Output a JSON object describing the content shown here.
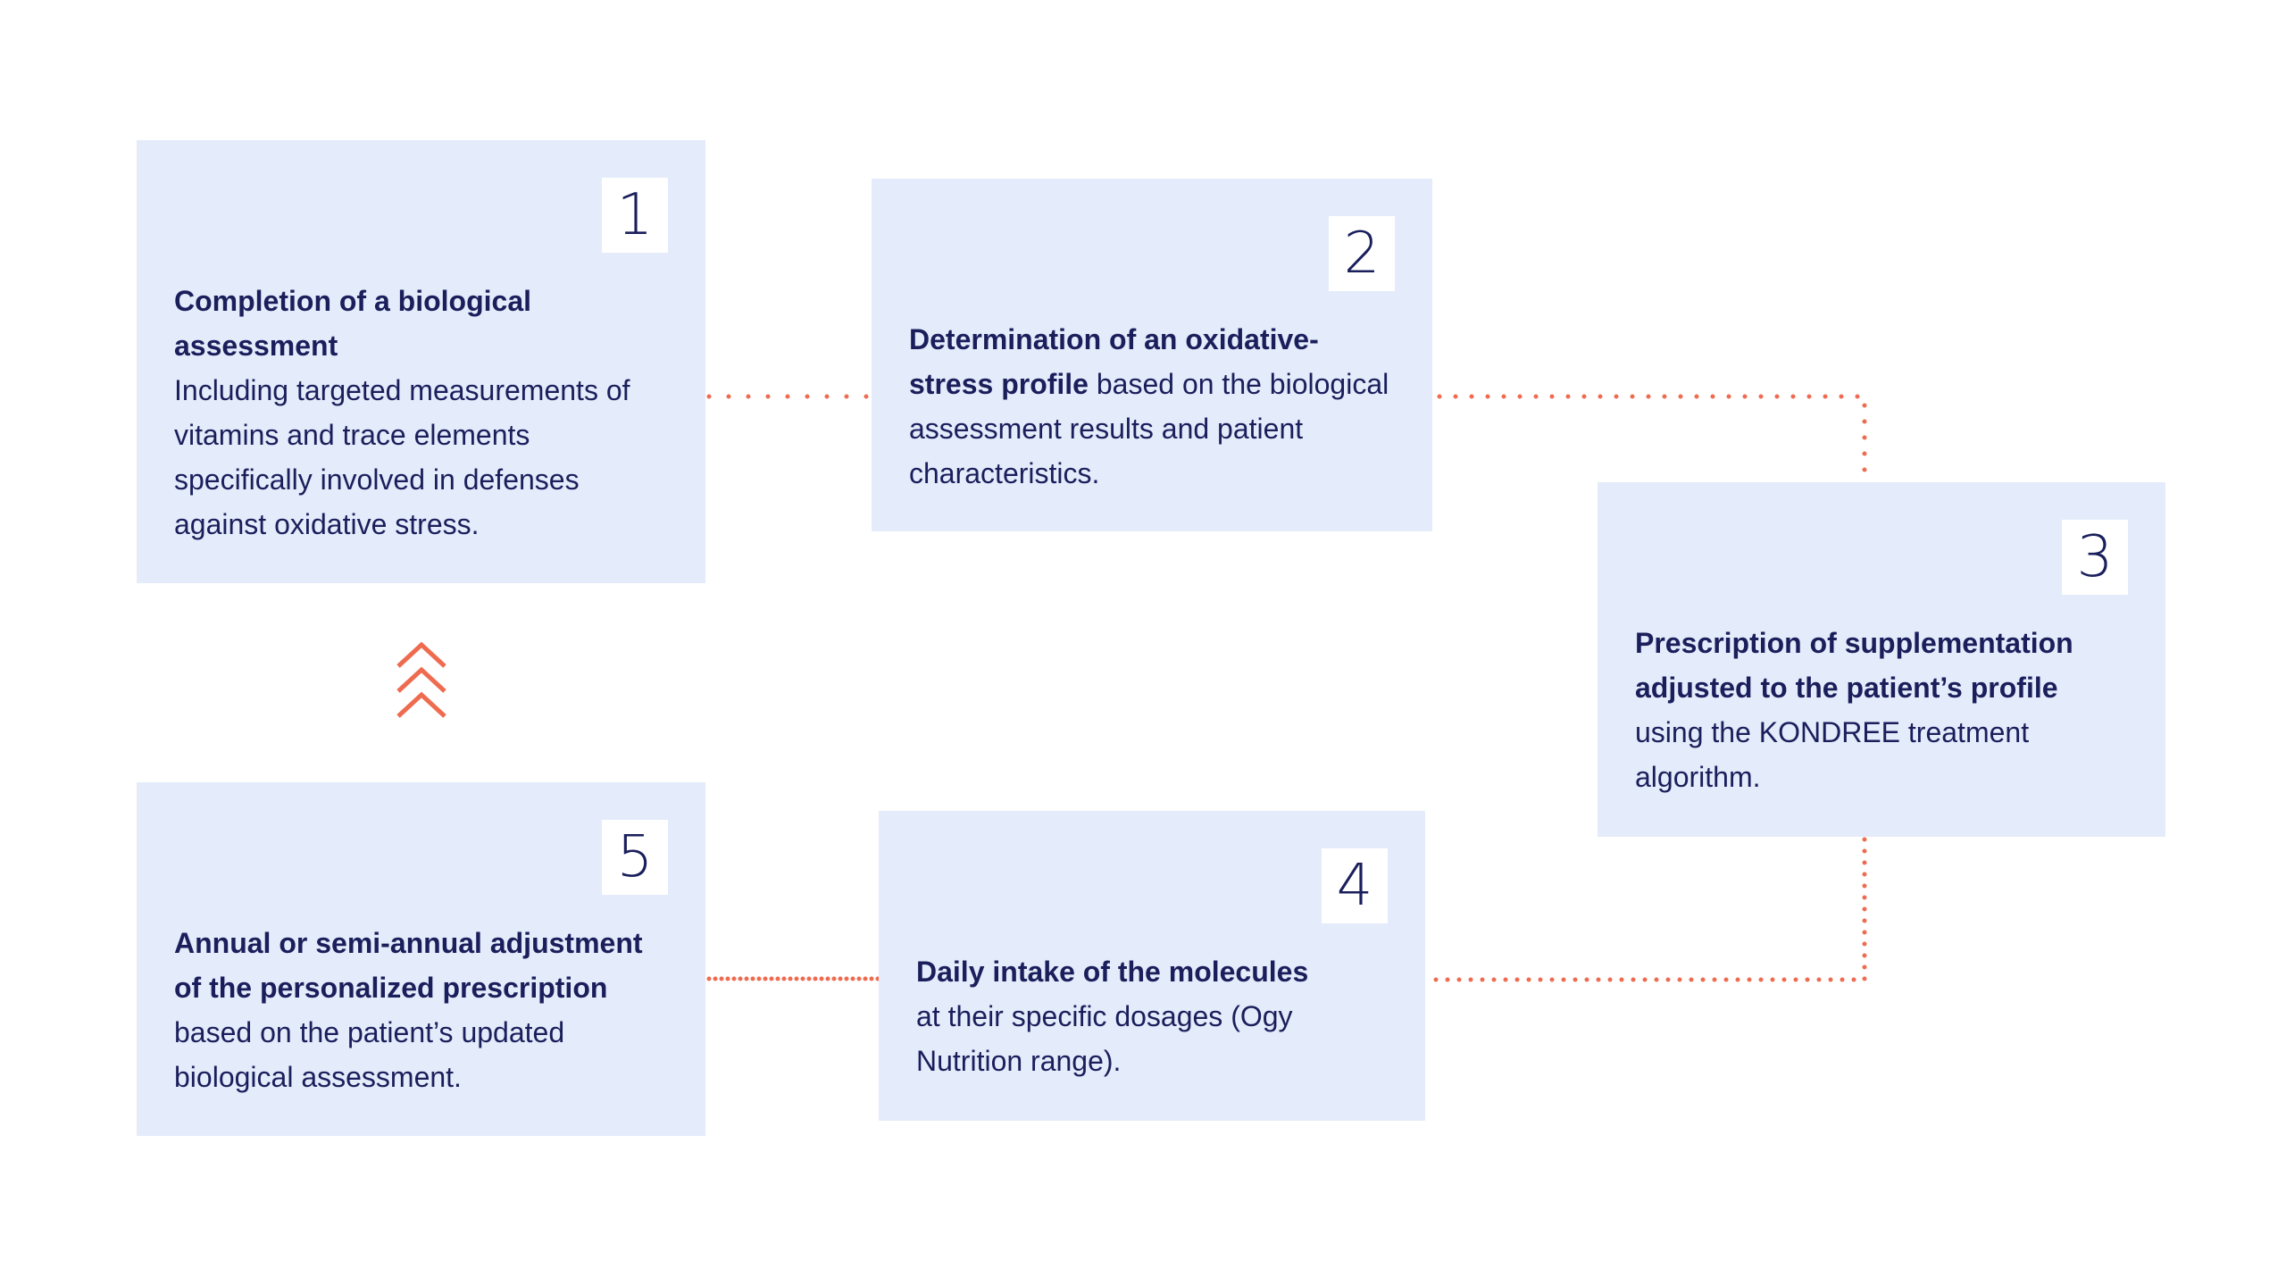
{
  "steps": [
    {
      "number": "1",
      "title": "Completion of a biological assessment",
      "body": "Including targeted measurements of vitamins and trace elements specifically involved in defenses against oxidative stress.",
      "title_inline": false
    },
    {
      "number": "2",
      "title": "Determination of an oxidative-stress profile",
      "body": "based on the biological assessment results and patient characteristics.",
      "title_inline": true
    },
    {
      "number": "3",
      "title": "Prescription of supplementation adjusted to the patient’s profile",
      "body": "using the KONDREE treatment algorithm.",
      "title_inline": false
    },
    {
      "number": "4",
      "title": "Daily intake of the molecules",
      "body": "at their specific dosages (Ogy Nutrition range).",
      "title_inline": false
    },
    {
      "number": "5",
      "title": "Annual or semi-annual adjustment of the personalized prescription",
      "body": "based on the patient’s updated biological assessment.",
      "title_inline": false
    }
  ],
  "colors": {
    "box_background": "#e4ebfa",
    "text": "#1a1f5c",
    "connector": "#ef6b50",
    "number_background": "#ffffff"
  },
  "icons": {
    "cycle_indicator": "triple-chevron-up-icon"
  }
}
